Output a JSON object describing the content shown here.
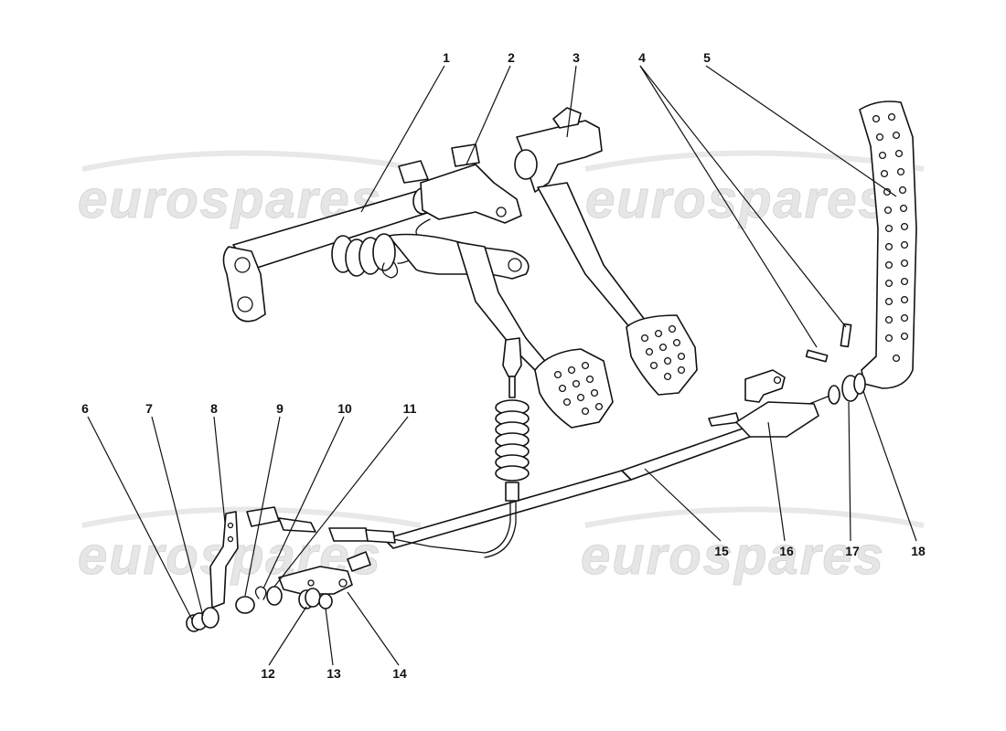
{
  "watermark": {
    "text": "eurospares"
  },
  "callouts": [
    {
      "id": "1",
      "label": "1"
    },
    {
      "id": "2",
      "label": "2"
    },
    {
      "id": "3",
      "label": "3"
    },
    {
      "id": "4",
      "label": "4"
    },
    {
      "id": "5",
      "label": "5"
    },
    {
      "id": "6",
      "label": "6"
    },
    {
      "id": "7",
      "label": "7"
    },
    {
      "id": "8",
      "label": "8"
    },
    {
      "id": "9",
      "label": "9"
    },
    {
      "id": "10",
      "label": "10"
    },
    {
      "id": "11",
      "label": "11"
    },
    {
      "id": "12",
      "label": "12"
    },
    {
      "id": "13",
      "label": "13"
    },
    {
      "id": "14",
      "label": "14"
    },
    {
      "id": "15",
      "label": "15"
    },
    {
      "id": "16",
      "label": "16"
    },
    {
      "id": "17",
      "label": "17"
    },
    {
      "id": "18",
      "label": "18"
    }
  ]
}
